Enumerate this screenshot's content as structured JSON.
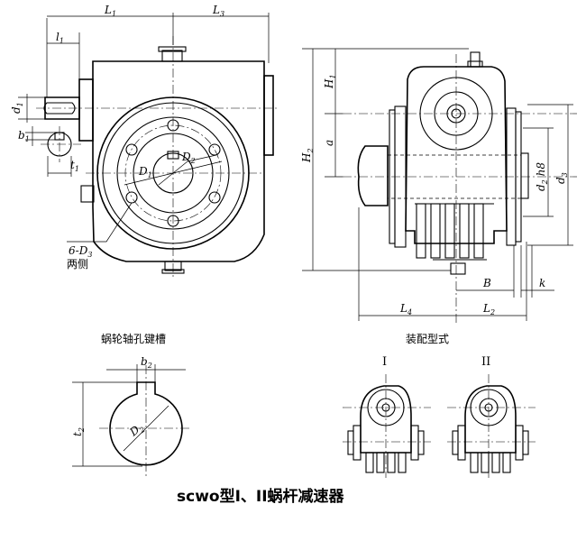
{
  "dimension_labels": {
    "L1": {
      "main": "L",
      "sub": "1"
    },
    "L3": {
      "main": "L",
      "sub": "3"
    },
    "l1": {
      "main": "l",
      "sub": "1"
    },
    "d1": {
      "main": "d",
      "sub": "1"
    },
    "b1": {
      "main": "b",
      "sub": "1"
    },
    "t1": {
      "main": "t",
      "sub": "1"
    },
    "D1": {
      "main": "D",
      "sub": "1"
    },
    "D2": {
      "main": "D",
      "sub": "2"
    },
    "holes": {
      "main": "6-D",
      "sub": "3"
    },
    "H1": {
      "main": "H",
      "sub": "1"
    },
    "H2": {
      "main": "H",
      "sub": "2"
    },
    "a": {
      "main": "a",
      "sub": ""
    },
    "d2h8": {
      "main": "d",
      "sub": "2",
      "tail": " h8"
    },
    "d3": {
      "main": "d",
      "sub": "3"
    },
    "B": {
      "main": "B",
      "sub": ""
    },
    "k": {
      "main": "k",
      "sub": ""
    },
    "L4": {
      "main": "L",
      "sub": "4"
    },
    "L2": {
      "main": "L",
      "sub": "2"
    },
    "b2": {
      "main": "b",
      "sub": "2"
    },
    "t2": {
      "main": "t",
      "sub": "2"
    },
    "D2_key": {
      "main": "D",
      "sub": "2"
    }
  },
  "captions": {
    "both_sides": "两侧",
    "keyway": "蜗轮轴孔键槽",
    "assembly": "装配型式",
    "type_I": "I",
    "type_II": "II",
    "title": "scwo型I、II蜗杆减速器"
  }
}
